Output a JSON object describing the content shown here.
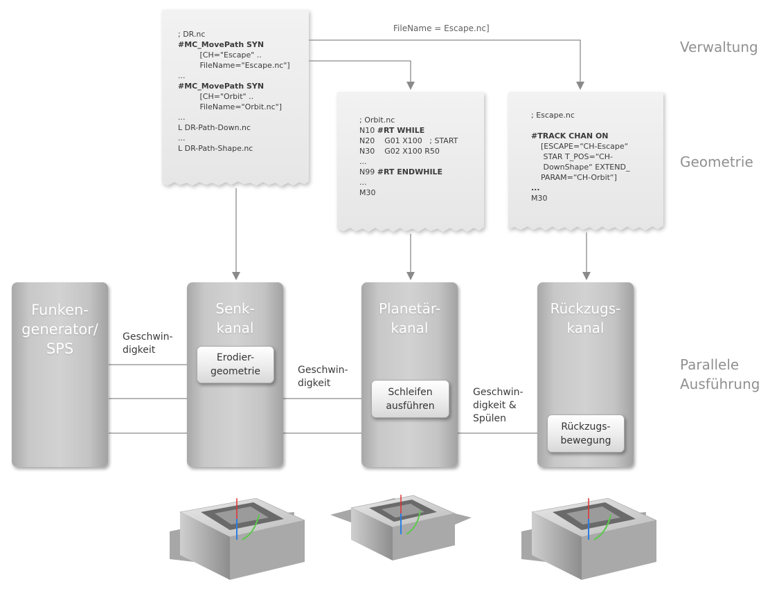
{
  "side_labels": {
    "verwaltung": "Verwaltung",
    "geometrie": "Geometrie",
    "parallel": "Parallele\nAusführung"
  },
  "filename_note": "FileName = Escape.nc]",
  "docs": {
    "dr": {
      "lines": [
        {
          "t": "; DR.nc",
          "b": false
        },
        {
          "t": "#MC_MovePath SYN",
          "b": true
        },
        {
          "t": "         [CH=\"Escape\" ..",
          "b": false
        },
        {
          "t": "         FileName=\"Escape.nc\"]",
          "b": false
        },
        {
          "t": "...",
          "b": false
        },
        {
          "t": "#MC_MovePath SYN",
          "b": true
        },
        {
          "t": "         [CH=\"Orbit\" ..",
          "b": false
        },
        {
          "t": "         FileName=\"Orbit.nc\"]",
          "b": false
        },
        {
          "t": "...",
          "b": false
        },
        {
          "t": "L DR-Path-Down.nc",
          "b": false
        },
        {
          "t": "...",
          "b": false
        },
        {
          "t": "L DR-Path-Shape.nc",
          "b": false
        }
      ]
    },
    "orbit": {
      "lines": [
        {
          "t": "; Orbit.nc",
          "b": false
        },
        {
          "t": "N10 ",
          "b": false,
          "bt": "#RT WHILE"
        },
        {
          "t": "N20    G01 X100   ; START",
          "b": false
        },
        {
          "t": "N30    G02 X100 R50",
          "b": false
        },
        {
          "t": "...",
          "b": false
        },
        {
          "t": "N99 ",
          "b": false,
          "bt": "#RT ENDWHILE"
        },
        {
          "t": "...",
          "b": false
        },
        {
          "t": "M30",
          "b": false
        }
      ]
    },
    "escape": {
      "lines": [
        {
          "t": "; Escape.nc",
          "b": false
        },
        {
          "t": "",
          "b": false
        },
        {
          "t": "#TRACK CHAN ON",
          "b": true
        },
        {
          "t": "    [ESCAPE=“CH-Escape“",
          "b": false
        },
        {
          "t": "     STAR T_POS=“CH-",
          "b": false
        },
        {
          "t": "     DownShape“ EXTEND_",
          "b": false
        },
        {
          "t": "    PARAM=“CH-Orbit“]",
          "b": false
        },
        {
          "t": "...",
          "b": true
        },
        {
          "t": "M30",
          "b": false
        }
      ]
    }
  },
  "columns": [
    {
      "title": "Funken-\ngenerator/\nSPS"
    },
    {
      "title": "Senk-\nkanal",
      "sub": "Erodier-\ngeometrie"
    },
    {
      "title": "Planetär-\nkanal",
      "sub": "Schleifen\nausführen"
    },
    {
      "title": "Rückzugs-\nkanal",
      "sub": "Rückzugs-\nbewegung"
    }
  ],
  "flow_labels": [
    "Geschwin-\ndigkeit",
    "Geschwin-\ndigkeit",
    "Geschwin-\ndigkeit &\nSpülen"
  ],
  "colors": {
    "arrow": "#8a8a8a",
    "column_text": "#ffffff",
    "side_label": "#909090",
    "axis_red": "#e03030",
    "axis_blue": "#2a7de0",
    "axis_green": "#5cc84c"
  }
}
